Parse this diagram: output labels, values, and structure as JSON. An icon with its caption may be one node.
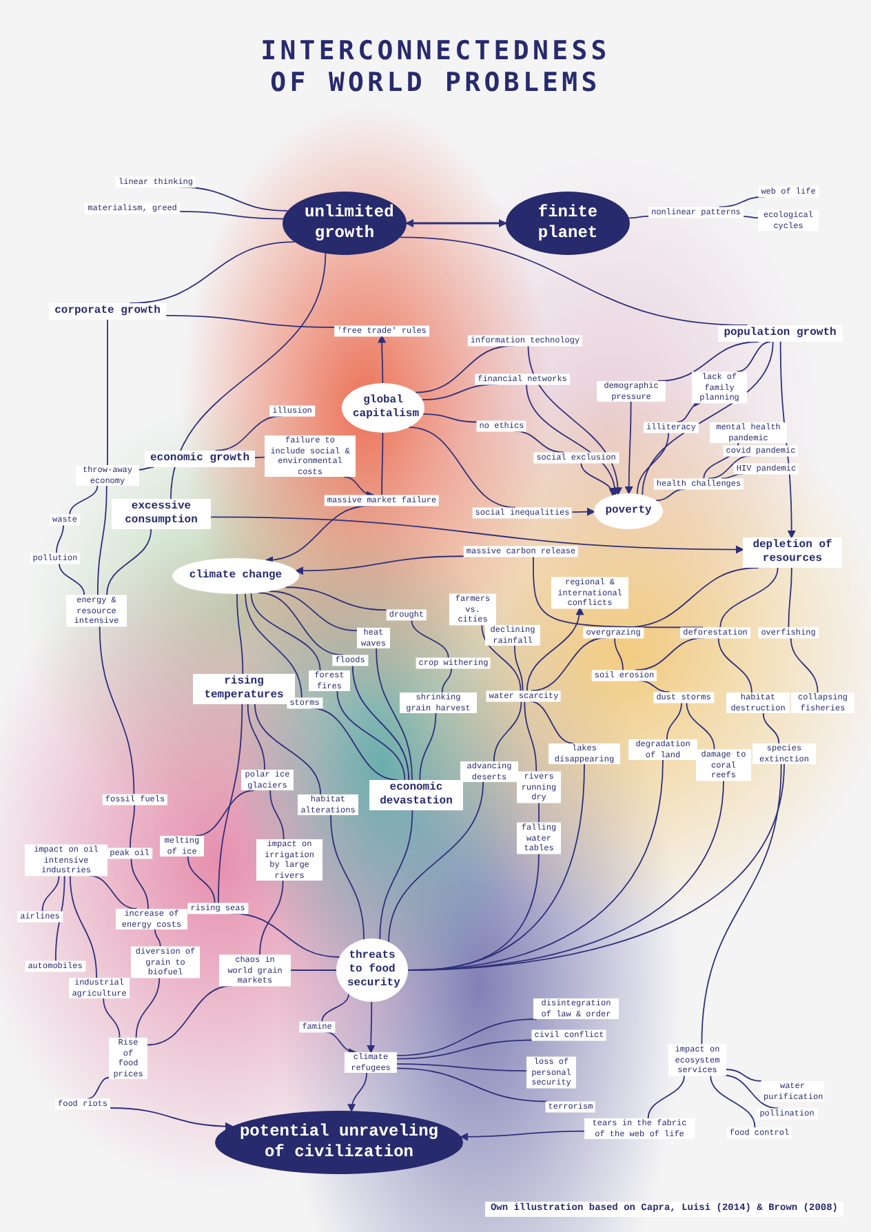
{
  "diagram": {
    "title": "INTERCONNECTEDNESS OF WORLD PROBLEMS",
    "caption": "Own illustration based on Capra, Luisi (2014) & Brown (2008)",
    "nodes": [
      {
        "text": [
          "unlimited growth"
        ]
      },
      {
        "text": [
          "finite planet"
        ]
      },
      {
        "text": [
          "linear thinking"
        ]
      },
      {
        "text": [
          "materialism, greed"
        ]
      },
      {
        "text": [
          "nonlinear patterns"
        ]
      },
      {
        "text": [
          "web of life"
        ]
      },
      {
        "text": [
          "ecological cycles"
        ]
      },
      {
        "text": [
          "corporate growth"
        ]
      },
      {
        "text": [
          "'free trade' rules"
        ]
      },
      {
        "text": [
          "global capitalism"
        ]
      },
      {
        "text": [
          "information technology"
        ]
      },
      {
        "text": [
          "financial networks"
        ]
      },
      {
        "text": [
          "no ethics"
        ]
      },
      {
        "text": [
          "social exclusion"
        ]
      },
      {
        "text": [
          "population growth"
        ]
      },
      {
        "text": [
          "demographic pressure"
        ]
      },
      {
        "text": [
          "lack of family planning"
        ]
      },
      {
        "text": [
          "illiteracy"
        ]
      },
      {
        "text": [
          "mental health pandemic"
        ]
      },
      {
        "text": [
          "covid pandemic"
        ]
      },
      {
        "text": [
          "HIV pandemic"
        ]
      },
      {
        "text": [
          "health challenges"
        ]
      },
      {
        "text": [
          "illusion"
        ]
      },
      {
        "text": [
          "failure to include social & environmental costs"
        ]
      },
      {
        "text": [
          "economic growth"
        ]
      },
      {
        "text": [
          "throw-away economy"
        ]
      },
      {
        "text": [
          "excessive consumption"
        ]
      },
      {
        "text": [
          "massive market failure"
        ]
      },
      {
        "text": [
          "social inequalities"
        ]
      },
      {
        "text": [
          "poverty"
        ]
      },
      {
        "text": [
          "waste"
        ]
      },
      {
        "text": [
          "pollution"
        ]
      },
      {
        "text": [
          "depletion of resources"
        ]
      },
      {
        "text": [
          "massive carbon release"
        ]
      },
      {
        "text": [
          "climate change"
        ]
      },
      {
        "text": [
          "energy & resource intensive"
        ]
      },
      {
        "text": [
          "regional & international conflicts"
        ]
      },
      {
        "text": [
          "farmers vs. cities"
        ]
      },
      {
        "text": [
          "drought"
        ]
      },
      {
        "text": [
          "declining rainfall"
        ]
      },
      {
        "text": [
          "heat waves"
        ]
      },
      {
        "text": [
          "overgrazing"
        ]
      },
      {
        "text": [
          "deforestation"
        ]
      },
      {
        "text": [
          "overfishing"
        ]
      },
      {
        "text": [
          "floods"
        ]
      },
      {
        "text": [
          "crop withering"
        ]
      },
      {
        "text": [
          "forest fires"
        ]
      },
      {
        "text": [
          "rising temperatures"
        ]
      },
      {
        "text": [
          "soil erosion"
        ]
      },
      {
        "text": [
          "storms"
        ]
      },
      {
        "text": [
          "shrinking grain harvest"
        ]
      },
      {
        "text": [
          "water scarcity"
        ]
      },
      {
        "text": [
          "dust storms"
        ]
      },
      {
        "text": [
          "habitat destruction"
        ]
      },
      {
        "text": [
          "collapsing fisheries"
        ]
      },
      {
        "text": [
          "lakes disappearing"
        ]
      },
      {
        "text": [
          "degradation of land"
        ]
      },
      {
        "text": [
          "damage to coral reefs"
        ]
      },
      {
        "text": [
          "species extinction"
        ]
      },
      {
        "text": [
          "advancing deserts"
        ]
      },
      {
        "text": [
          "rivers running dry"
        ]
      },
      {
        "text": [
          "polar ice glaciers"
        ]
      },
      {
        "text": [
          "habitat alterations"
        ]
      },
      {
        "text": [
          "economic devastation"
        ]
      },
      {
        "text": [
          "fossil fuels"
        ]
      },
      {
        "text": [
          "falling water tables"
        ]
      },
      {
        "text": [
          "impact on oil intensive industries"
        ]
      },
      {
        "text": [
          "peak oil"
        ]
      },
      {
        "text": [
          "melting of ice"
        ]
      },
      {
        "text": [
          "impact on irrigation by large rivers"
        ]
      },
      {
        "text": [
          "airlines"
        ]
      },
      {
        "text": [
          "increase of energy costs"
        ]
      },
      {
        "text": [
          "rising seas"
        ]
      },
      {
        "text": [
          "diversion of grain to biofuel"
        ]
      },
      {
        "text": [
          "automobiles"
        ]
      },
      {
        "text": [
          "chaos in world grain markets"
        ]
      },
      {
        "text": [
          "threats to food security"
        ]
      },
      {
        "text": [
          "industrial agriculture"
        ]
      },
      {
        "text": [
          "disintegration of law & order"
        ]
      },
      {
        "text": [
          "famine"
        ]
      },
      {
        "text": [
          "civil conflict"
        ]
      },
      {
        "text": [
          "Rise of food prices"
        ]
      },
      {
        "text": [
          "climate refugees"
        ]
      },
      {
        "text": [
          "loss of personal security"
        ]
      },
      {
        "text": [
          "impact on ecosystem services"
        ]
      },
      {
        "text": [
          "water purification"
        ]
      },
      {
        "text": [
          "pollination"
        ]
      },
      {
        "text": [
          "food riots"
        ]
      },
      {
        "text": [
          "terrorism"
        ]
      },
      {
        "text": [
          "tears in the fabric of the web of life"
        ]
      },
      {
        "text": [
          "food control"
        ]
      },
      {
        "text": [
          "potential unraveling of civilization"
        ]
      }
    ],
    "edges": [
      {
        "from": 0,
        "to": 1,
        "arrow": "both"
      },
      {
        "from": 2,
        "to": 0,
        "arrow": "none"
      },
      {
        "from": 3,
        "to": 0,
        "arrow": "none"
      },
      {
        "from": 1,
        "to": 4,
        "arrow": "none"
      },
      {
        "from": 4,
        "to": 5,
        "arrow": "none"
      },
      {
        "from": 4,
        "to": 6,
        "arrow": "none"
      },
      {
        "from": 0,
        "to": 7,
        "arrow": "none"
      },
      {
        "from": 0,
        "to": 14,
        "arrow": "none"
      },
      {
        "from": 0,
        "to": 26,
        "arrow": "none"
      },
      {
        "from": 7,
        "to": 8,
        "arrow": "none"
      },
      {
        "from": 9,
        "to": 8,
        "arrow": "to"
      },
      {
        "from": 7,
        "to": 25,
        "arrow": "none"
      },
      {
        "from": 9,
        "to": 10,
        "arrow": "none"
      },
      {
        "from": 9,
        "to": 11,
        "arrow": "none"
      },
      {
        "from": 9,
        "to": 12,
        "arrow": "none"
      },
      {
        "from": 9,
        "to": 28,
        "arrow": "none"
      },
      {
        "from": 9,
        "to": 27,
        "arrow": "none"
      },
      {
        "from": 10,
        "to": 29,
        "arrow": "to"
      },
      {
        "from": 11,
        "to": 29,
        "arrow": "to"
      },
      {
        "from": 12,
        "to": 13,
        "arrow": "none"
      },
      {
        "from": 13,
        "to": 29,
        "arrow": "to"
      },
      {
        "from": 28,
        "to": 29,
        "arrow": "to"
      },
      {
        "from": 14,
        "to": 15,
        "arrow": "none"
      },
      {
        "from": 15,
        "to": 29,
        "arrow": "to"
      },
      {
        "from": 14,
        "to": 16,
        "arrow": "none"
      },
      {
        "from": 17,
        "to": 16,
        "arrow": "to"
      },
      {
        "from": 29,
        "to": 17,
        "arrow": "none"
      },
      {
        "from": 18,
        "to": 21,
        "arrow": "none"
      },
      {
        "from": 19,
        "to": 21,
        "arrow": "none"
      },
      {
        "from": 20,
        "to": 21,
        "arrow": "none"
      },
      {
        "from": 21,
        "to": 29,
        "arrow": "none"
      },
      {
        "from": 14,
        "to": 32,
        "arrow": "to"
      },
      {
        "from": 14,
        "to": 29,
        "arrow": "none"
      },
      {
        "from": 24,
        "to": 22,
        "arrow": "none"
      },
      {
        "from": 24,
        "to": 23,
        "arrow": "none"
      },
      {
        "from": 23,
        "to": 27,
        "arrow": "to"
      },
      {
        "from": 27,
        "to": 34,
        "arrow": "to"
      },
      {
        "from": 24,
        "to": 25,
        "arrow": "none"
      },
      {
        "from": 25,
        "to": 30,
        "arrow": "none"
      },
      {
        "from": 30,
        "to": 31,
        "arrow": "none"
      },
      {
        "from": 31,
        "to": 35,
        "arrow": "none"
      },
      {
        "from": 26,
        "to": 32,
        "arrow": "to"
      },
      {
        "from": 33,
        "to": 34,
        "arrow": "to"
      },
      {
        "from": 42,
        "to": 33,
        "arrow": "none"
      },
      {
        "from": 35,
        "to": 26,
        "arrow": "none"
      },
      {
        "from": 35,
        "to": 64,
        "arrow": "none"
      },
      {
        "from": 34,
        "to": 47,
        "arrow": "none"
      },
      {
        "from": 34,
        "to": 49,
        "arrow": "none"
      },
      {
        "from": 34,
        "to": 46,
        "arrow": "none"
      },
      {
        "from": 34,
        "to": 44,
        "arrow": "none"
      },
      {
        "from": 34,
        "to": 40,
        "arrow": "none"
      },
      {
        "from": 34,
        "to": 38,
        "arrow": "none"
      },
      {
        "from": 38,
        "to": 45,
        "arrow": "none"
      },
      {
        "from": 45,
        "to": 50,
        "arrow": "none"
      },
      {
        "from": 50,
        "to": 63,
        "arrow": "none"
      },
      {
        "from": 49,
        "to": 63,
        "arrow": "none"
      },
      {
        "from": 46,
        "to": 63,
        "arrow": "none"
      },
      {
        "from": 44,
        "to": 63,
        "arrow": "none"
      },
      {
        "from": 40,
        "to": 63,
        "arrow": "none"
      },
      {
        "from": 47,
        "to": 61,
        "arrow": "none"
      },
      {
        "from": 47,
        "to": 62,
        "arrow": "none"
      },
      {
        "from": 61,
        "to": 69,
        "arrow": "none"
      },
      {
        "from": 47,
        "to": 72,
        "arrow": "none"
      },
      {
        "from": 61,
        "to": 68,
        "arrow": "none"
      },
      {
        "from": 68,
        "to": 72,
        "arrow": "none"
      },
      {
        "from": 37,
        "to": 51,
        "arrow": "none"
      },
      {
        "from": 39,
        "to": 51,
        "arrow": "none"
      },
      {
        "from": 51,
        "to": 36,
        "arrow": "to"
      },
      {
        "from": 41,
        "to": 51,
        "arrow": "none"
      },
      {
        "from": 41,
        "to": 48,
        "arrow": "none"
      },
      {
        "from": 42,
        "to": 48,
        "arrow": "none"
      },
      {
        "from": 48,
        "to": 52,
        "arrow": "none"
      },
      {
        "from": 52,
        "to": 56,
        "arrow": "none"
      },
      {
        "from": 52,
        "to": 57,
        "arrow": "none"
      },
      {
        "from": 42,
        "to": 53,
        "arrow": "none"
      },
      {
        "from": 53,
        "to": 58,
        "arrow": "none"
      },
      {
        "from": 43,
        "to": 54,
        "arrow": "none"
      },
      {
        "from": 32,
        "to": 41,
        "arrow": "none"
      },
      {
        "from": 32,
        "to": 42,
        "arrow": "none"
      },
      {
        "from": 32,
        "to": 43,
        "arrow": "none"
      },
      {
        "from": 51,
        "to": 59,
        "arrow": "none"
      },
      {
        "from": 51,
        "to": 60,
        "arrow": "none"
      },
      {
        "from": 51,
        "to": 55,
        "arrow": "none"
      },
      {
        "from": 60,
        "to": 65,
        "arrow": "none"
      },
      {
        "from": 63,
        "to": 76,
        "arrow": "none"
      },
      {
        "from": 59,
        "to": 76,
        "arrow": "none"
      },
      {
        "from": 55,
        "to": 76,
        "arrow": "none"
      },
      {
        "from": 56,
        "to": 76,
        "arrow": "none"
      },
      {
        "from": 57,
        "to": 76,
        "arrow": "none"
      },
      {
        "from": 58,
        "to": 76,
        "arrow": "none"
      },
      {
        "from": 65,
        "to": 76,
        "arrow": "none"
      },
      {
        "from": 62,
        "to": 76,
        "arrow": "none"
      },
      {
        "from": 69,
        "to": 75,
        "arrow": "none"
      },
      {
        "from": 75,
        "to": 76,
        "arrow": "none"
      },
      {
        "from": 72,
        "to": 76,
        "arrow": "none"
      },
      {
        "from": 64,
        "to": 67,
        "arrow": "none"
      },
      {
        "from": 67,
        "to": 71,
        "arrow": "none"
      },
      {
        "from": 66,
        "to": 70,
        "arrow": "none"
      },
      {
        "from": 66,
        "to": 74,
        "arrow": "none"
      },
      {
        "from": 66,
        "to": 77,
        "arrow": "none"
      },
      {
        "from": 66,
        "to": 71,
        "arrow": "none"
      },
      {
        "from": 71,
        "to": 73,
        "arrow": "none"
      },
      {
        "from": 73,
        "to": 81,
        "arrow": "none"
      },
      {
        "from": 77,
        "to": 81,
        "arrow": "none"
      },
      {
        "from": 81,
        "to": 87,
        "arrow": "none"
      },
      {
        "from": 87,
        "to": 91,
        "arrow": "to"
      },
      {
        "from": 75,
        "to": 81,
        "arrow": "none"
      },
      {
        "from": 76,
        "to": 79,
        "arrow": "none"
      },
      {
        "from": 79,
        "to": 82,
        "arrow": "to"
      },
      {
        "from": 76,
        "to": 82,
        "arrow": "to"
      },
      {
        "from": 82,
        "to": 91,
        "arrow": "to"
      },
      {
        "from": 82,
        "to": 78,
        "arrow": "none"
      },
      {
        "from": 82,
        "to": 80,
        "arrow": "none"
      },
      {
        "from": 82,
        "to": 83,
        "arrow": "none"
      },
      {
        "from": 82,
        "to": 88,
        "arrow": "none"
      },
      {
        "from": 84,
        "to": 85,
        "arrow": "none"
      },
      {
        "from": 84,
        "to": 86,
        "arrow": "none"
      },
      {
        "from": 84,
        "to": 90,
        "arrow": "none"
      },
      {
        "from": 58,
        "to": 84,
        "arrow": "none"
      },
      {
        "from": 84,
        "to": 89,
        "arrow": "none"
      },
      {
        "from": 89,
        "to": 91,
        "arrow": "to"
      },
      {
        "from": 25,
        "to": 35,
        "arrow": "none"
      }
    ]
  }
}
